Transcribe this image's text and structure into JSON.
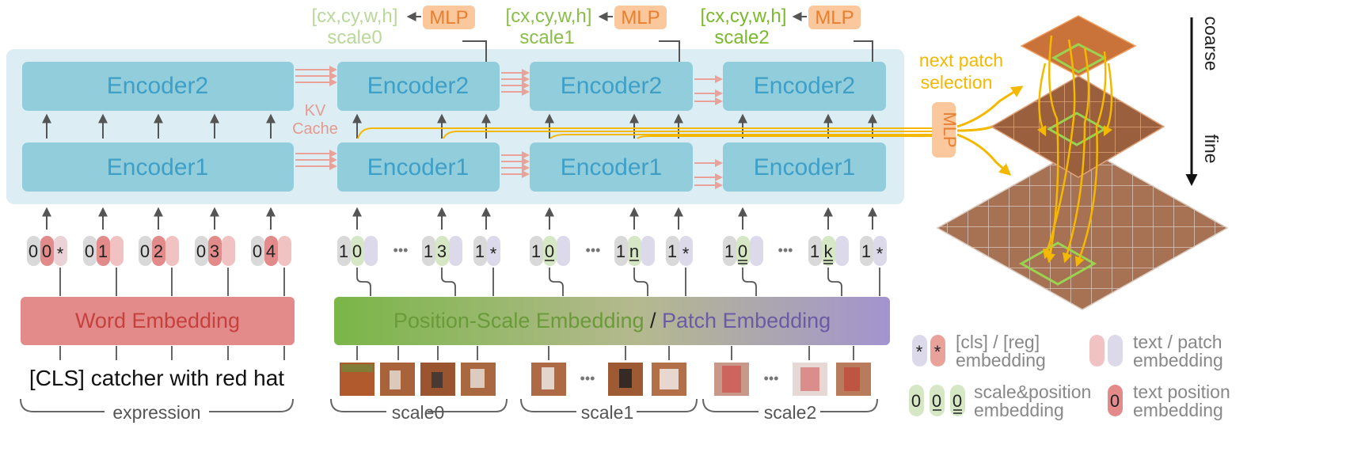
{
  "outputs": [
    {
      "box": "[cx,cy,w,h]",
      "scale": "scale0",
      "mlp": "MLP",
      "color": "#b9d89a"
    },
    {
      "box": "[cx,cy,w,h]",
      "scale": "scale1",
      "mlp": "MLP",
      "color": "#8bbd4a"
    },
    {
      "box": "[cx,cy,w,h]",
      "scale": "scale2",
      "mlp": "MLP",
      "color": "#7cb82f"
    }
  ],
  "encoders": {
    "top_label": "Encoder2",
    "bottom_label": "Encoder1",
    "kv_cache_line1": "KV",
    "kv_cache_line2": "Cache"
  },
  "next_patch": {
    "line1": "next patch",
    "line2": "selection",
    "mlp": "MLP"
  },
  "direction": {
    "coarse": "coarse",
    "fine": "fine"
  },
  "text_tokens": [
    {
      "a": "0",
      "b": "0",
      "c": "*"
    },
    {
      "a": "0",
      "b": "1",
      "c": ""
    },
    {
      "a": "0",
      "b": "2",
      "c": ""
    },
    {
      "a": "0",
      "b": "3",
      "c": ""
    },
    {
      "a": "0",
      "b": "4",
      "c": ""
    }
  ],
  "patch_tokens": [
    {
      "a": "1",
      "b": "0",
      "c": "",
      "underline": 0
    },
    {
      "ellipsis": "•••"
    },
    {
      "a": "1",
      "b": "3",
      "c": "",
      "underline": 0
    },
    {
      "a": "1",
      "b": "",
      "c": "*",
      "underline": 0
    },
    {
      "a": "1",
      "b": "0",
      "c": "",
      "underline": 1
    },
    {
      "ellipsis": "•••"
    },
    {
      "a": "1",
      "b": "n",
      "c": "",
      "underline": 1
    },
    {
      "a": "1",
      "b": "",
      "c": "*",
      "underline": 0
    },
    {
      "a": "1",
      "b": "0",
      "c": "",
      "underline": 2
    },
    {
      "ellipsis": "•••"
    },
    {
      "a": "1",
      "b": "k",
      "c": "",
      "underline": 2
    },
    {
      "a": "1",
      "b": "",
      "c": "*",
      "underline": 0
    }
  ],
  "word_embedding": "Word Embedding",
  "pos_scale_embedding": "Position-Scale Embedding",
  "slash": " / ",
  "patch_embedding": "Patch Embedding",
  "expression_text": "[CLS] catcher with red hat",
  "brace_labels": {
    "expression": "expression",
    "scale0": "scale0",
    "scale1": "scale1",
    "scale2": "scale2"
  },
  "legend": {
    "cls_reg": "[cls] / [reg]",
    "cls_reg_2": "embedding",
    "text_patch": "text / patch",
    "text_patch_2": "embedding",
    "scale_pos": "scale&position",
    "scale_pos_2": "embedding",
    "text_pos": "text position",
    "text_pos_2": "embedding",
    "star": "*",
    "zero": "0"
  },
  "colors": {
    "encoder_box": "#92cddc",
    "encoder_bg": "#dceef3",
    "encoder_text": "#3e9fc7",
    "mlp_box": "#fbc79c",
    "mlp_text": "#e87f2e",
    "kv_arrows": "#e8a29a",
    "selection": "#f5b800",
    "word_embed": "#e38b8a",
    "word_embed_text": "#d04a47",
    "pos_green": "#7ab648",
    "patch_purple": "#9b8bc3"
  }
}
